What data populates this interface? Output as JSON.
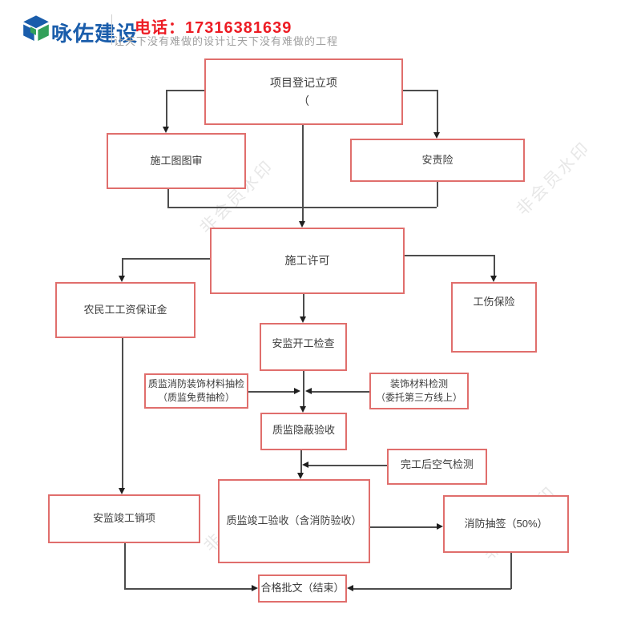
{
  "header": {
    "brand": "咏佐建设",
    "phone": "电话：17316381639",
    "slogan": "让天下没有难做的设计让天下没有难做的工程",
    "brand_color": "#1a5dab",
    "phone_color": "#ed1c24",
    "logo_colors": {
      "blue": "#1a5dab",
      "green": "#33a05a"
    }
  },
  "watermark": {
    "text": "非会员水印"
  },
  "flow": {
    "box_border_color": "#e06e6c",
    "line_color": "#4d4d4d",
    "nodes": [
      {
        "id": "project-registration",
        "lines": [
          "项目登记立项",
          "（"
        ]
      },
      {
        "id": "construction-drawing-review",
        "lines": [
          "施工图图审"
        ]
      },
      {
        "id": "safety-liability-insurance",
        "lines": [
          "安责险"
        ]
      },
      {
        "id": "construction-permit",
        "lines": [
          "施工许可"
        ]
      },
      {
        "id": "migrant-worker-wage-deposit",
        "lines": [
          "农民工工资保证金"
        ]
      },
      {
        "id": "work-injury-insurance",
        "lines": [
          "工伤保险"
        ]
      },
      {
        "id": "safety-start-work-inspection",
        "lines": [
          "安监开工检查"
        ]
      },
      {
        "id": "quality-fire-material-sampling",
        "lines": [
          "质监消防装饰材料抽检",
          "（质监免费抽检）"
        ]
      },
      {
        "id": "decoration-material-testing",
        "lines": [
          "装饰材料检测",
          "（委托第三方线上）"
        ]
      },
      {
        "id": "concealed-work-acceptance",
        "lines": [
          "质监隐蔽验收"
        ]
      },
      {
        "id": "post-completion-air-testing",
        "lines": [
          "完工后空气检测"
        ]
      },
      {
        "id": "safety-completion-closeout",
        "lines": [
          "安监竣工销项"
        ]
      },
      {
        "id": "quality-completion-acceptance",
        "lines": [
          "质监竣工验收（含消防验收）"
        ]
      },
      {
        "id": "fire-inspection-lottery",
        "lines": [
          "消防抽签（50%）"
        ]
      },
      {
        "id": "approval-document-end",
        "lines": [
          "合格批文（结束）"
        ]
      }
    ]
  }
}
